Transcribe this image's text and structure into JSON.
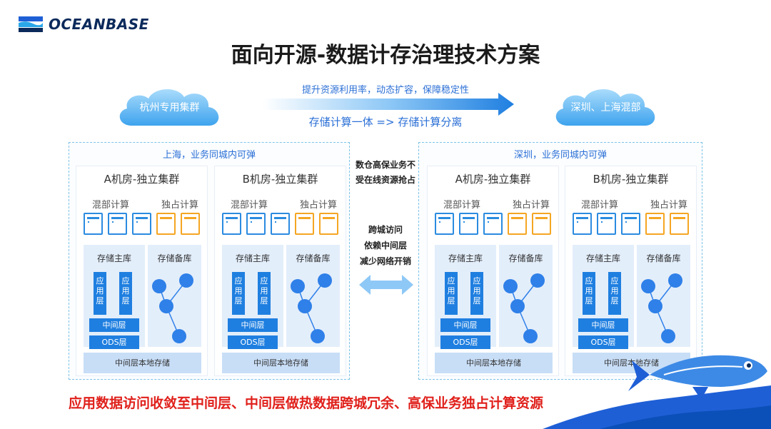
{
  "logo": {
    "text": "OCEANBASE"
  },
  "title": "面向开源-数据计存治理技术方案",
  "clouds": {
    "left": "杭州专用集群",
    "right": "深圳、上海混部"
  },
  "banner": {
    "top": "提升资源利用率，动态扩容，保障稳定性",
    "bottom": "存储计算一体  => 存储计算分离"
  },
  "regions": [
    {
      "title": "上海，业务同城内可弹",
      "clusters": [
        {
          "title": "A机房-独立集群",
          "shared": "混部计算",
          "exclusive": "独占计算",
          "main": "存储主库",
          "backup": "存储备库",
          "app": "应用层",
          "app_chars": [
            "应",
            "用",
            "层"
          ],
          "mid": "中间层",
          "ods": "ODS层",
          "local": "中间层本地存储"
        },
        {
          "title": "B机房-独立集群",
          "shared": "混部计算",
          "exclusive": "独占计算",
          "main": "存储主库",
          "backup": "存储备库",
          "app": "应用层",
          "app_chars": [
            "应",
            "用",
            "层"
          ],
          "mid": "中间层",
          "ods": "ODS层",
          "local": "中间层本地存储"
        }
      ]
    },
    {
      "title": "深圳，业务同城内可弹",
      "clusters": [
        {
          "title": "A机房-独立集群",
          "shared": "混部计算",
          "exclusive": "独占计算",
          "main": "存储主库",
          "backup": "存储备库",
          "app": "应用层",
          "app_chars": [
            "应",
            "用",
            "层"
          ],
          "mid": "中间层",
          "ods": "ODS层",
          "local": "中间层本地存储"
        },
        {
          "title": "B机房-独立集群",
          "shared": "混部计算",
          "exclusive": "独占计算",
          "main": "存储主库",
          "backup": "存储备库",
          "app": "应用层",
          "app_chars": [
            "应",
            "用",
            "层"
          ],
          "mid": "中间层",
          "ods": "ODS层",
          "local": "中间层本地存储"
        }
      ]
    }
  ],
  "middle": {
    "note1": "数仓高保业务不",
    "note2": "受在线资源抢占",
    "cross1": "跨城访问",
    "cross2": "依赖中间层",
    "cross3": "减少网络开销"
  },
  "footer": "应用数据访问收敛至中间层、中间层做热数据跨城冗余、高保业务独占计算资源",
  "colors": {
    "accent": "#2b6fd6",
    "server_blue": "#2b8be0",
    "server_orange": "#f5a623",
    "footer_red": "#e0201b",
    "node_blue": "#2f80e8"
  }
}
